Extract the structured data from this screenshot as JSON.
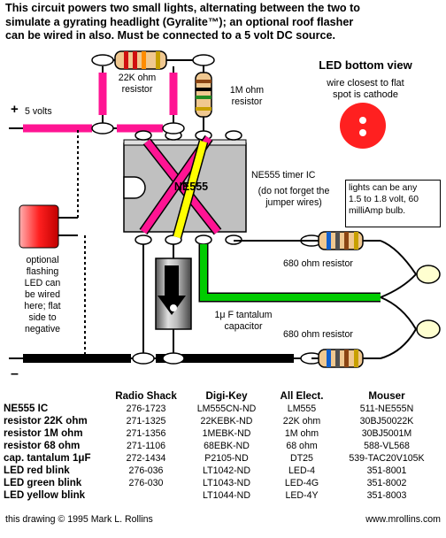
{
  "header": {
    "text": "This circuit powers two small lights, alternating between the two to\nsimulate a gyrating headlight (Gyralite™); an optional roof flasher\ncan be wired in also. Must be connected to a 5 volt DC source."
  },
  "labels": {
    "plus": "+",
    "volts": "5 volts",
    "minus": "–",
    "r22k": "22K ohm\nresistor",
    "r1m": "1M ohm\nresistor",
    "ic": "NE555 timer IC",
    "ic_chip": "NE555",
    "jumper": "(do not forget the\njumper wires)",
    "r680_top": "680 ohm resistor",
    "r680_bottom": "680 ohm resistor",
    "capacitor": "1μ F tantalum\ncapacitor",
    "optional_led": "optional\nflashing\nLED can\nbe wired\nhere; flat\nside to\nnegative",
    "lights_note": "lights can be any\n1.5 to 1.8 volt, 60\nmilliAmp bulb."
  },
  "led_view": {
    "title": "LED bottom view",
    "subtitle": "wire closest to flat\nspot is cathode"
  },
  "parts_table": {
    "headers": [
      "",
      "Radio Shack",
      "Digi-Key",
      "All Elect.",
      "Mouser"
    ],
    "rows": [
      [
        "NE555 IC",
        "276-1723",
        "LM555CN-ND",
        "LM555",
        "511-NE555N"
      ],
      [
        "resistor 22K ohm",
        "271-1325",
        "22KEBK-ND",
        "22K ohm",
        "30BJ50022K"
      ],
      [
        "resistor 1M ohm",
        "271-1356",
        "1MEBK-ND",
        "1M ohm",
        "30BJ5001M"
      ],
      [
        "resistor 68 ohm",
        "271-1106",
        "68EBK-ND",
        "68 ohm",
        "588-VL568"
      ],
      [
        "cap. tantalum 1μF",
        "272-1434",
        "P2105-ND",
        "DT25",
        "539-TAC20V105K"
      ],
      [
        "LED red blink",
        "276-036",
        "LT1042-ND",
        "LED-4",
        "351-8001"
      ],
      [
        "LED green blink",
        "276-030",
        "LT1043-ND",
        "LED-4G",
        "351-8002"
      ],
      [
        "LED yellow blink",
        "",
        "LT1044-ND",
        "LED-4Y",
        "351-8003"
      ]
    ]
  },
  "footer": {
    "copyright": "this drawing © 1995 Mark L. Rollins",
    "website": "www.mrollins.com"
  },
  "colors": {
    "wire_pink": "#ff1493",
    "wire_yellow": "#ffff00",
    "wire_green": "#00cc00",
    "wire_black": "#000000",
    "ic_body": "#c0c0c0",
    "led_red": "#ff2020",
    "resistor_body": "#f0c890"
  }
}
